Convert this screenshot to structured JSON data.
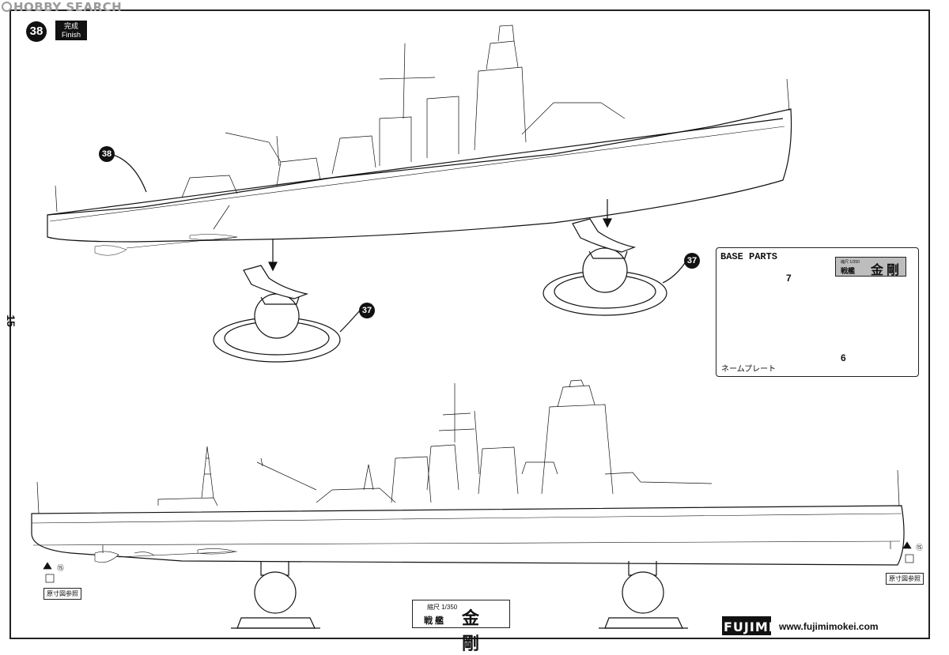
{
  "watermark": {
    "text": "HOBBY SEARCH"
  },
  "step": {
    "number": "38",
    "label_ja": "完成",
    "label_en": "Finish"
  },
  "side_page_number": "15",
  "callouts": {
    "ship_top": "38",
    "stand_left": "37",
    "stand_right": "37"
  },
  "base_parts": {
    "title": "BASE PARTS",
    "part_top": "7",
    "part_bottom": "6",
    "nameplate_label": "ネームプレート",
    "card": {
      "scale": "縮尺 1/350",
      "type": "戦艦",
      "name": "金剛"
    }
  },
  "reference": {
    "left_label": "原寸図参照",
    "right_label": "原寸図参照",
    "left_num": "⑮",
    "right_num": "⑮"
  },
  "bottom_plate": {
    "scale": "縮尺 1/350",
    "type": "戦 艦",
    "name": "金剛"
  },
  "brand": {
    "logo": "FUJIMI",
    "url": "www.fujimimokei.com"
  },
  "colors": {
    "ink": "#111111",
    "plate_gray": "#bdbdbd",
    "watermark_gray": "#9a9a9a"
  }
}
